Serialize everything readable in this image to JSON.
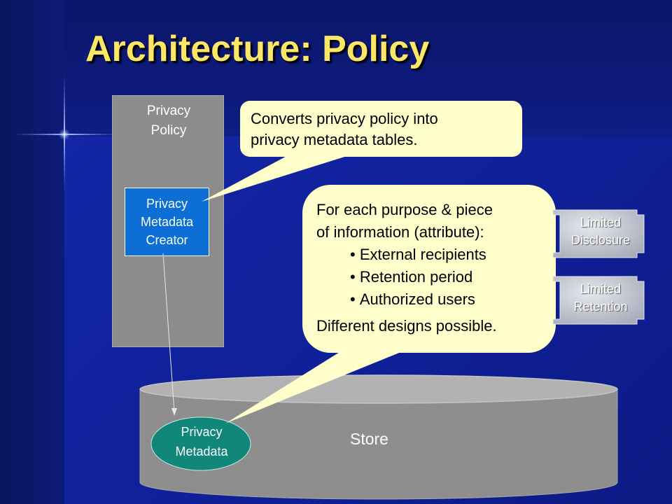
{
  "title": "Architecture: Policy",
  "privacy_policy": {
    "label": "Privacy\nPolicy"
  },
  "metadata_creator": {
    "label": "Privacy\nMetadata\nCreator"
  },
  "store": {
    "label": "Store"
  },
  "privacy_metadata": {
    "label": "Privacy\nMetadata"
  },
  "callout_converts": {
    "text": "Converts privacy policy into\nprivacy metadata tables."
  },
  "callout_details": {
    "intro": "For each purpose & piece\nof information (attribute):",
    "items": [
      "External recipients",
      "Retention period",
      "Authorized users"
    ],
    "outro": "Different designs possible."
  },
  "tags": {
    "disclosure": "Limited\nDisclosure",
    "retention": "Limited\nRetention"
  },
  "colors": {
    "title": "#ffe766",
    "callout_fill": "#ffffcc",
    "policy_box": "#8c8c8c",
    "creator_box": "#0d6fd6",
    "metadata_ellipse": "#11877a",
    "store_body": "#8e8e8e"
  }
}
